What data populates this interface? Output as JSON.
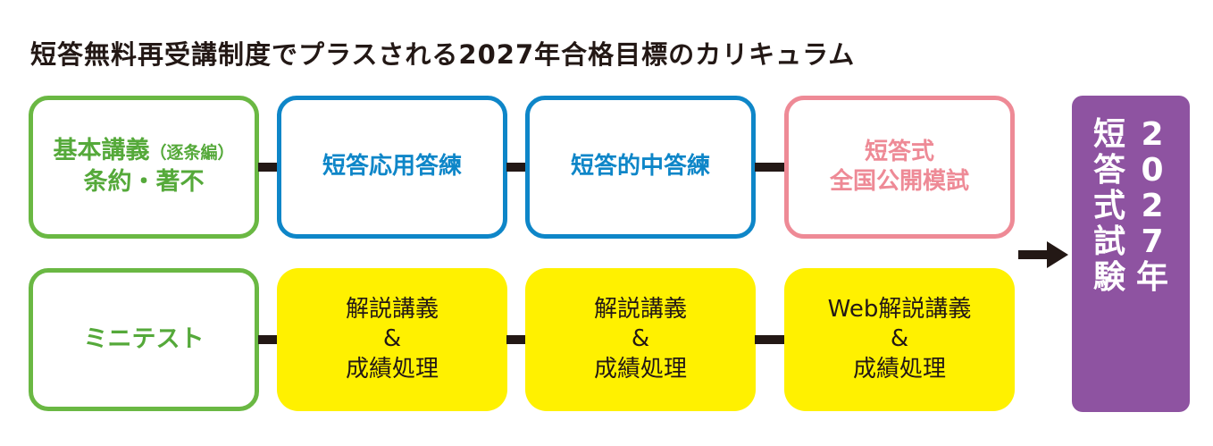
{
  "title": "短答無料再受講制度でプラスされる2027年合格目標のカリキュラム",
  "row1": [
    {
      "lines": [
        "基本講義",
        "条約・著不"
      ],
      "sub": "（逐条編）"
    },
    {
      "lines": [
        "短答応用答練"
      ]
    },
    {
      "lines": [
        "短答的中答練"
      ]
    },
    {
      "lines": [
        "短答式",
        "全国公開模試"
      ]
    }
  ],
  "row2": [
    {
      "lines": [
        "ミニテスト"
      ]
    },
    {
      "lines": [
        "解説講義",
        "&",
        "成績処理"
      ]
    },
    {
      "lines": [
        "解説講義",
        "&",
        "成績処理"
      ]
    },
    {
      "lines": [
        "Web解説講義",
        "&",
        "成績処理"
      ]
    }
  ],
  "final": {
    "exam_chars": [
      "短",
      "答",
      "式",
      "試",
      "験"
    ],
    "year_chars": [
      "2",
      "0",
      "2",
      "7",
      "年"
    ]
  },
  "colors": {
    "green": "#6ab843",
    "blue": "#0e86c8",
    "pink": "#ee8a96",
    "yellow": "#fff100",
    "purple": "#8e53a1",
    "dark": "#231815"
  }
}
